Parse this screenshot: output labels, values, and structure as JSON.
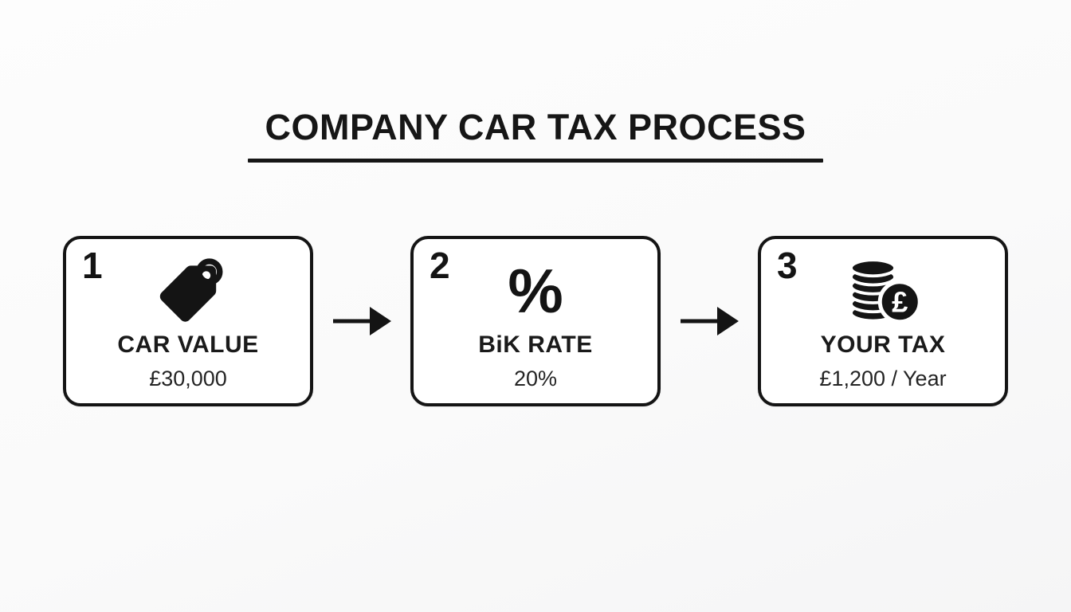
{
  "title": "COMPANY CAR TAX PROCESS",
  "steps": [
    {
      "number": "1",
      "icon": "price-tag-icon",
      "label": "CAR VALUE",
      "value": "£30,000"
    },
    {
      "number": "2",
      "icon": "percent-icon",
      "label": "BiK RATE",
      "value": "20%"
    },
    {
      "number": "3",
      "icon": "coin-stack-pound-icon",
      "label": "YOUR TAX",
      "value": "£1,200 / Year"
    }
  ],
  "icons": {
    "percent_glyph": "%",
    "pound_badge_glyph": "£",
    "arrow": "right-arrow-icon"
  },
  "colors": {
    "ink": "#141414",
    "card_background": "#ffffff",
    "page_background": "#fafafa"
  }
}
